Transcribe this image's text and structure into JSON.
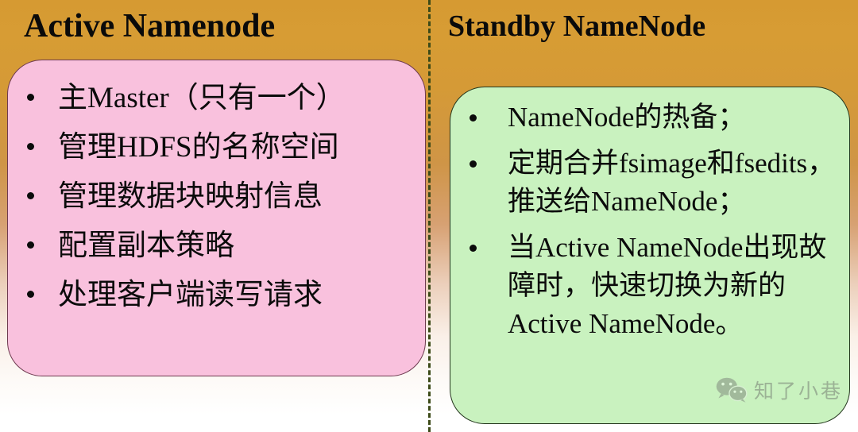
{
  "slide": {
    "background_top_color": "#d69a32",
    "background_bottom_color": "#ffffff",
    "divider_color": "#3c4a18"
  },
  "left_column": {
    "title": "Active Namenode",
    "box_color": "#f9c1dd",
    "bullets": [
      "主Master（只有一个）",
      "管理HDFS的名称空间",
      "管理数据块映射信息",
      "配置副本策略",
      "处理客户端读写请求"
    ]
  },
  "right_column": {
    "title": "Standby NameNode",
    "box_color": "#c9f2bf",
    "bullets": [
      "NameNode的热备；",
      "定期合并fsimage和fsedits，推送给NameNode；",
      "当Active NameNode出现故障时，快速切换为新的 Active NameNode。"
    ]
  },
  "watermark": {
    "icon": "wechat-icon",
    "text": "知了小巷"
  }
}
